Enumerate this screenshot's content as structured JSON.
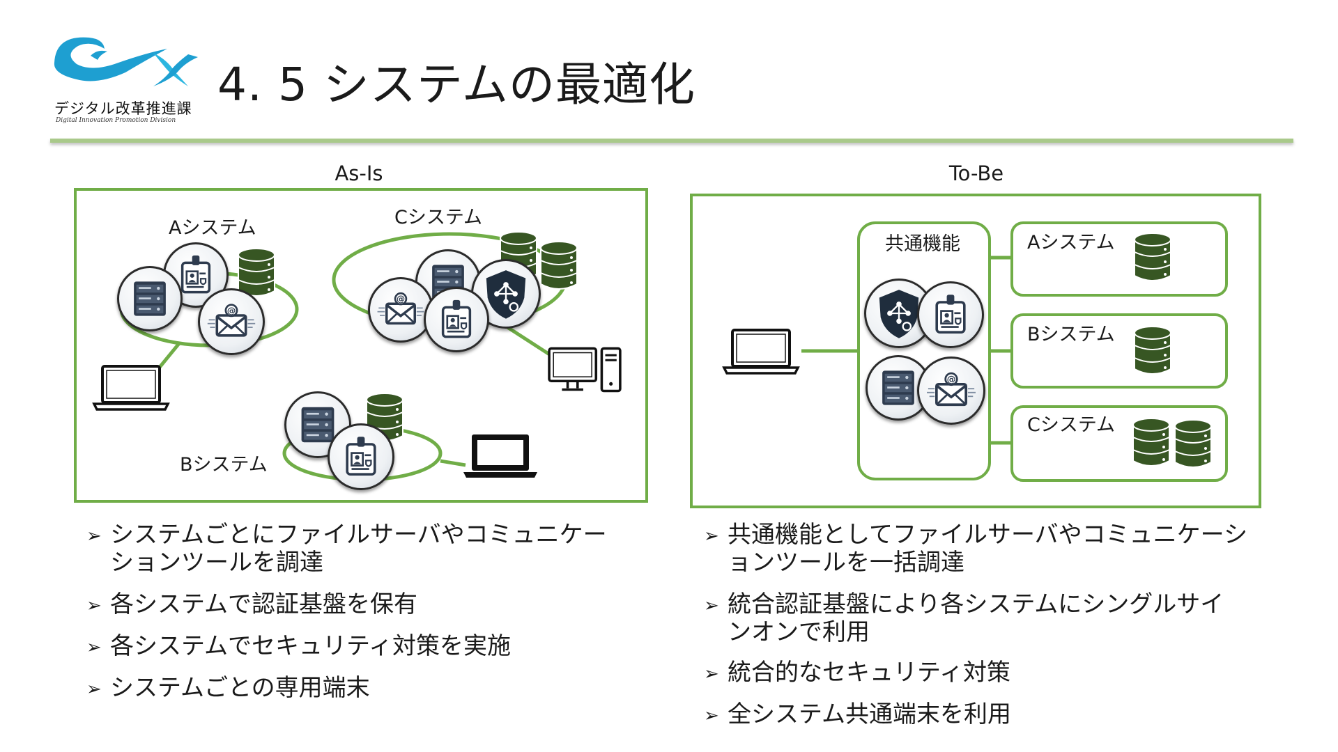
{
  "header": {
    "logo_text": "デジタル改革推進課",
    "logo_sub": "Digital Innovation Promotion Division",
    "title": "4. 5 システムの最適化"
  },
  "colors": {
    "accent_green": "#70ad47",
    "db_green": "#375623",
    "rule_green": "#a9c98a"
  },
  "asis": {
    "label": "As-Is",
    "system_a": "Aシステム",
    "system_b": "Bシステム",
    "system_c": "Cシステム",
    "bullets": [
      "システムごとにファイルサーバやコミュニケーションツールを調達",
      "各システムで認証基盤を保有",
      "各システムでセキュリティ対策を実施",
      "システムごとの専用端末"
    ]
  },
  "tobe": {
    "label": "To-Be",
    "common": "共通機能",
    "system_a": "Aシステム",
    "system_b": "Bシステム",
    "system_c": "Cシステム",
    "bullets": [
      "共通機能としてファイルサーバやコミュニケーションツールを一括調達",
      "統合認証基盤により各システムにシングルサインオンで利用",
      "統合的なセキュリティ対策",
      "全システム共通端末を利用"
    ]
  },
  "icons": [
    "server-icon",
    "id-badge-icon",
    "email-icon",
    "security-shield-icon",
    "database-icon",
    "laptop-icon",
    "desktop-pc-icon",
    "logo-wave-icon"
  ]
}
